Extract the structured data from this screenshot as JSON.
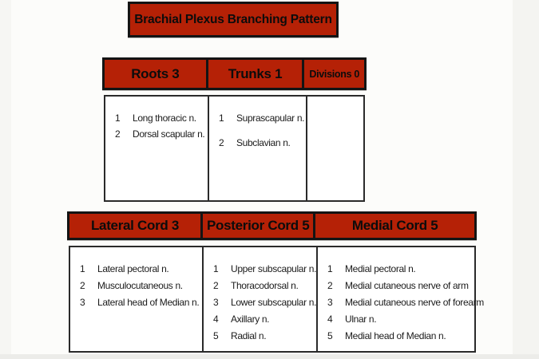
{
  "title": "Brachial Plexus Branching Pattern",
  "colors": {
    "header_red": "#b52106",
    "border_black": "#141414",
    "cell_white": "#ffffff"
  },
  "table1": {
    "headers": [
      {
        "label": "Roots 3"
      },
      {
        "label": "Trunks 1"
      },
      {
        "label": "Divisions 0"
      }
    ],
    "cells": [
      {
        "items": [
          {
            "num": "1",
            "text": "Long thoracic n."
          },
          {
            "num": "2",
            "text": "Dorsal scapular n."
          }
        ]
      },
      {
        "items": [
          {
            "num": "1",
            "text": "Suprascapular n."
          },
          {
            "num": "2",
            "text": "Subclavian n."
          }
        ]
      },
      {
        "items": []
      }
    ]
  },
  "table2": {
    "headers": [
      {
        "label": "Lateral Cord 3"
      },
      {
        "label": "Posterior Cord 5"
      },
      {
        "label": "Medial Cord 5"
      }
    ],
    "cells": [
      {
        "items": [
          {
            "num": "1",
            "text": "Lateral pectoral n."
          },
          {
            "num": "2",
            "text": "Musculocutaneous n."
          },
          {
            "num": "3",
            "text": "Lateral head of Median n."
          }
        ]
      },
      {
        "items": [
          {
            "num": "1",
            "text": "Upper subscapular n."
          },
          {
            "num": "2",
            "text": "Thoracodorsal n."
          },
          {
            "num": "3",
            "text": "Lower subscapular n."
          },
          {
            "num": "4",
            "text": "Axillary n."
          },
          {
            "num": "5",
            "text": "Radial n."
          }
        ]
      },
      {
        "items": [
          {
            "num": "1",
            "text": "Medial pectoral n."
          },
          {
            "num": "2",
            "text": "Medial cutaneous nerve of arm"
          },
          {
            "num": "3",
            "text": "Medial cutaneous nerve of forearm"
          },
          {
            "num": "4",
            "text": "Ulnar n."
          },
          {
            "num": "5",
            "text": "Medial head of Median n."
          }
        ]
      }
    ]
  }
}
